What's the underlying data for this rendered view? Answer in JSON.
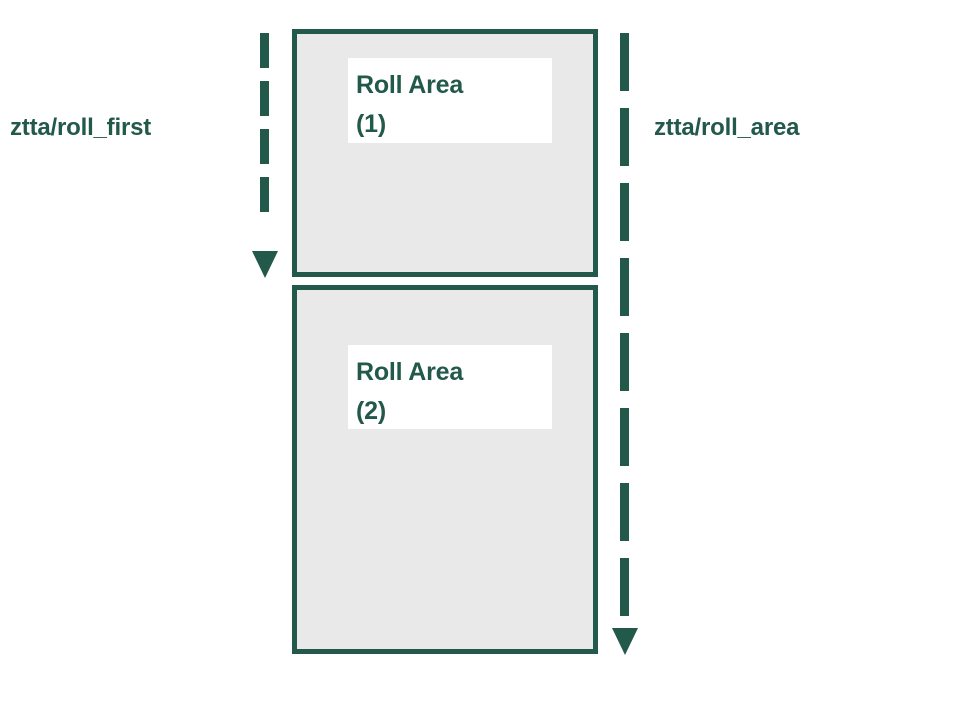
{
  "diagram": {
    "type": "flow-annotation",
    "background_color": "#FFFFFF",
    "accent_color": "#22594A",
    "box_fill_color": "#E9E9E9",
    "caption_fill_color": "#FFFFFF",
    "boxes": [
      {
        "id": "roll-area-1",
        "caption": "Roll Area\n(1)",
        "title": "Roll Area",
        "index": "(1)"
      },
      {
        "id": "roll-area-2",
        "caption": "Roll Area\n(2)",
        "title": "Roll Area",
        "index": "(2)"
      }
    ],
    "measures": [
      {
        "id": "roll-first",
        "label": "ztta/roll_first",
        "side": "left",
        "line_style": "dashed",
        "arrow": "down",
        "spans_boxes": [
          "roll-area-1"
        ]
      },
      {
        "id": "roll-area",
        "label": "ztta/roll_area",
        "side": "right",
        "line_style": "dashed",
        "arrow": "down",
        "spans_boxes": [
          "roll-area-1",
          "roll-area-2"
        ]
      }
    ]
  }
}
